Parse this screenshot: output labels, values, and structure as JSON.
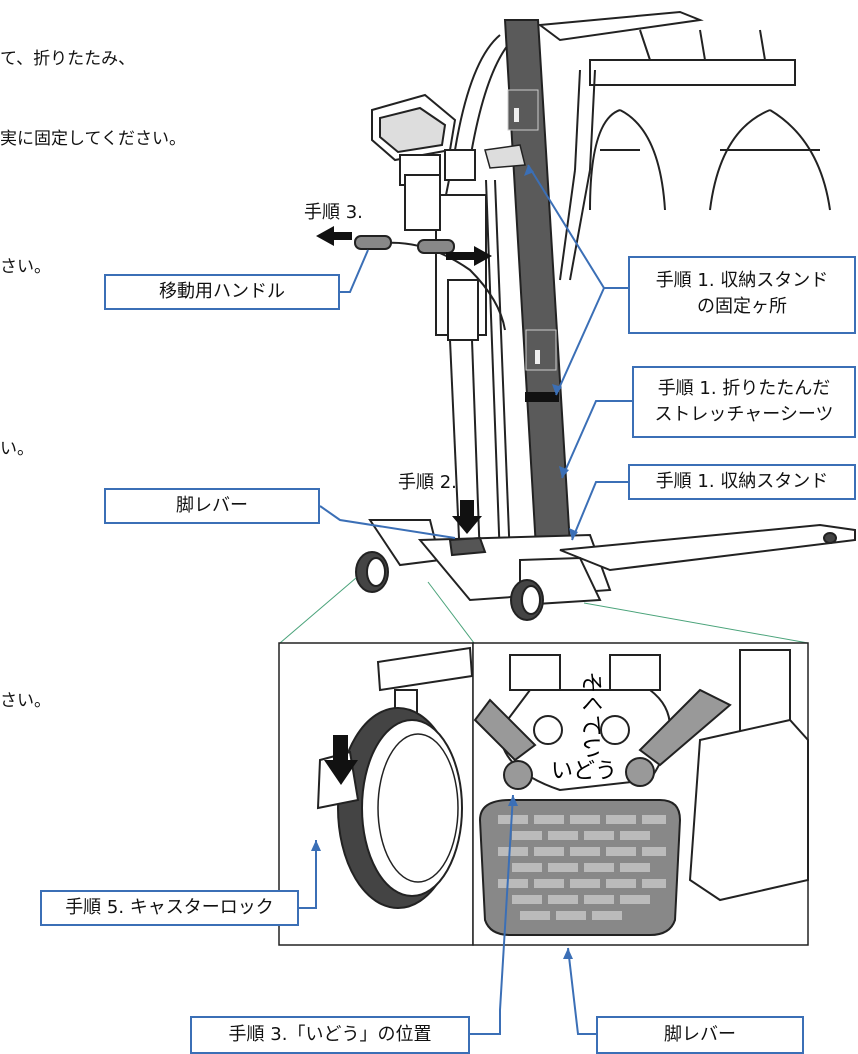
{
  "body_text": [
    "て、折りたたみ、",
    "実に固定してください。",
    "さい。",
    "い。",
    "さい。"
  ],
  "labels": {
    "step3_top": "手順 3.",
    "step2": "手順 2.",
    "move_handle": "移動用ハンドル",
    "leg_lever_left": "脚レバー",
    "stand_fix_line1": "手順 1. 収納スタンド",
    "stand_fix_line2": "の固定ヶ所",
    "sheet_line1": "手順 1. 折りたたんだ",
    "sheet_line2": "ストレッチャーシーツ",
    "stand": "手順 1. 収納スタンド",
    "caster_lock": "手順 5. キャスターロック",
    "move_position": "手順 3.「いどう」の位置",
    "leg_lever_bottom": "脚レバー"
  },
  "pedal_text": {
    "line1": "そくてい",
    "line2": "いどう"
  },
  "colors": {
    "callout_border": "#3b6fb6",
    "inset_guide": "#4aa37a",
    "pole": "#5a5a5a"
  }
}
